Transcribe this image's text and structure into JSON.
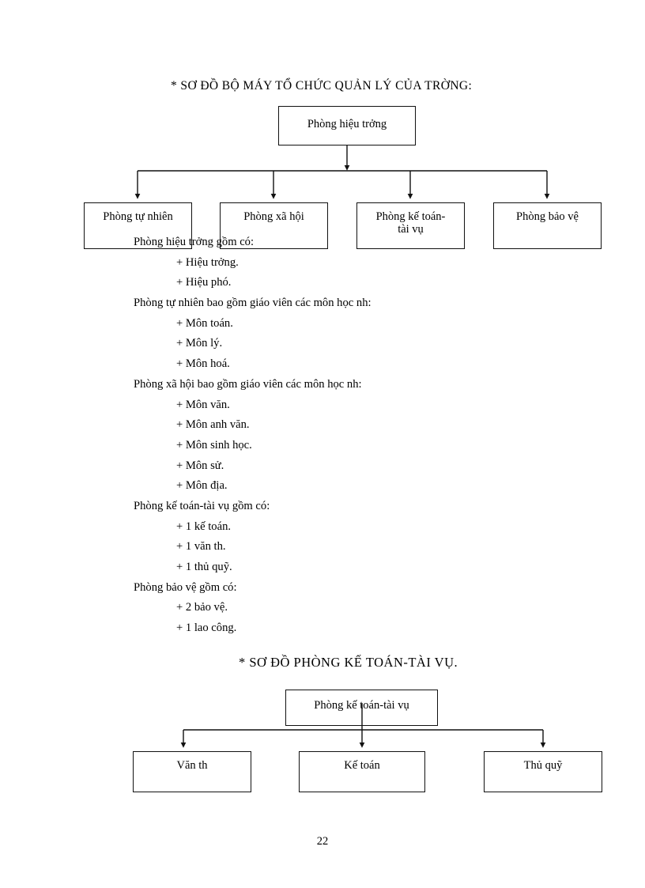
{
  "document": {
    "page_number": "22"
  },
  "section_org": {
    "heading": "* SƠ ĐỒ BỘ MÁY TỔ CHỨC QUẢN LÝ CỦA TRỜNG:",
    "root": {
      "label": "Phòng hiệu trởng"
    },
    "children": [
      {
        "label": "Phòng tự nhiên"
      },
      {
        "label": "Phòng xã hội"
      },
      {
        "label": "Phòng kế toán-\ntài vụ"
      },
      {
        "label": "Phòng bảo vệ"
      }
    ]
  },
  "body_text": {
    "lines": [
      {
        "text": "Phòng hiệu trởng gồm có:",
        "indent": false,
        "occluded": true
      },
      {
        "text": "+ Hiệu trởng.",
        "indent": true
      },
      {
        "text": "+ Hiệu phó.",
        "indent": true
      },
      {
        "text": "Phòng tự nhiên bao gồm giáo viên các môn học nh:",
        "indent": false
      },
      {
        "text": "+ Môn toán.",
        "indent": true
      },
      {
        "text": "+ Môn lý.",
        "indent": true
      },
      {
        "text": "+ Môn hoá.",
        "indent": true
      },
      {
        "text": "Phòng xã hội bao gồm giáo viên các môn học nh:",
        "indent": false
      },
      {
        "text": "+ Môn văn.",
        "indent": true
      },
      {
        "text": "+ Môn anh văn.",
        "indent": true
      },
      {
        "text": "+ Môn sinh học.",
        "indent": true
      },
      {
        "text": "+ Môn sử.",
        "indent": true
      },
      {
        "text": "+ Môn địa.",
        "indent": true
      },
      {
        "text": "Phòng kế toán-tài vụ gồm có:",
        "indent": false
      },
      {
        "text": "+ 1 kế toán.",
        "indent": true
      },
      {
        "text": "+ 1 văn th.",
        "indent": true
      },
      {
        "text": "+ 1 thủ quỹ.",
        "indent": true
      },
      {
        "text": "Phòng bảo vệ gồm có:",
        "indent": false
      },
      {
        "text": "+ 2 bảo vệ.",
        "indent": true
      },
      {
        "text": "+ 1 lao công.",
        "indent": true
      }
    ]
  },
  "section_accounting": {
    "heading": "* SƠ ĐỒ PHÒNG KẾ TOÁN-TÀI VỤ.",
    "root": {
      "label": "Phòng kế toán-tài vụ"
    },
    "children": [
      {
        "label": "Văn th"
      },
      {
        "label": "Kế toán"
      },
      {
        "label": "Thủ quỹ"
      }
    ]
  },
  "style": {
    "line_color": "#111111",
    "text_color": "#000000",
    "page_background": "#ffffff"
  }
}
